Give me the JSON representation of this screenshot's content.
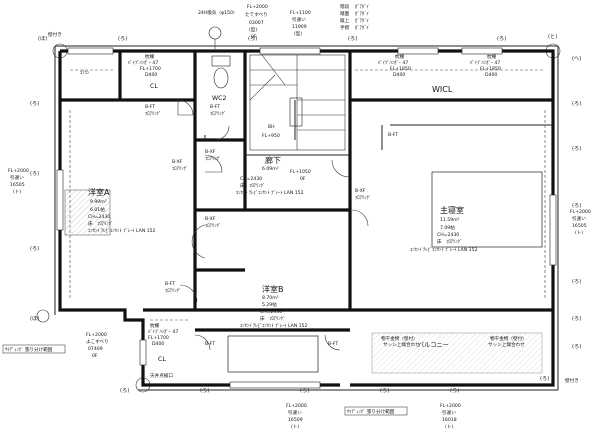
{
  "top": {
    "vent_label": "24H換気（φ150）",
    "vent_fl": "FL+2000",
    "vent_type": "たてすべり",
    "vent_code": "03007",
    "vent_note": "(型)",
    "vent_glass": "0F",
    "window_fl": "FL+1100",
    "window_type": "引違い",
    "window_code": "11909",
    "window_note": "(型)",
    "stair_box": [
      "階段",
      "踏面",
      "蹴上",
      "手摺"
    ],
    "stair_box_vals": [
      "ｶﾞｱﾀﾞｲ",
      "ｶﾞｱﾀﾞｲ",
      "ｶﾞｱﾀﾞｲ",
      "ｶﾞｱﾀﾞｲ"
    ]
  },
  "grid_marks": [
    "(ほ)",
    "(ろ)",
    "(ろ)",
    "(ろ)",
    "(ろ)",
    "(へ)",
    "(と)",
    "(ろ)",
    "(ろ)",
    "(ほ)",
    "(ろ)",
    "(ろ)",
    "(ろ)",
    "(ろ)",
    "(ろ)",
    "(ろ)",
    "(ろ)",
    "(ろ)",
    "(ろ)",
    "(ろ)",
    "(ろ)",
    "(ろ)",
    "(ろ)"
  ],
  "rooms": {
    "closet1": {
      "head": "枕棚",
      "pipe": "ﾊﾟｲﾌﾟﾊﾝｶﾞｰ 47",
      "fl": "FL+1700",
      "d": "D400",
      "name": "CL",
      "aircon": "ｴｱｺﾝ"
    },
    "wc2": {
      "name": "WC2"
    },
    "room_a": {
      "name": "洋室A",
      "area": "9.99m²",
      "tatami": "6.01帖",
      "ch": "CH=2430",
      "floor": "床　ﾌﾛｱﾘﾝｸﾞ",
      "outlet": "ｺﾝｾﾝﾄ ﾃﾚﾋﾞｺﾝｾﾝﾄ ﾌﾟﾚｰﾄ LAN 152",
      "bft": "B-FT",
      "bft_sub": "ﾌﾛｱﾘﾝｸﾞ"
    },
    "hall": {
      "name": "廊下",
      "area": "6.09m²",
      "ch": "CH=2430",
      "floor": "床　ﾌﾛｱﾘﾝｸﾞ",
      "outlet": "ｺﾝｾﾝﾄ ﾃﾚﾋﾞｺﾝｾﾝﾄ ﾌﾟﾚｰﾄ LAN 152",
      "fl": "FL+1050",
      "code": "0F"
    },
    "master": {
      "name": "主寝室",
      "area": "11.59m²",
      "tatami": "7.09帖",
      "ch": "CH=2430",
      "floor": "床　ﾌﾛｱﾘﾝｸﾞ",
      "outlet": "ｺﾝｾﾝﾄ ﾃﾚﾋﾞｺﾝｾﾝﾄ ﾌﾟﾚｰﾄ LAN 152"
    },
    "wicl": {
      "name": "WICL",
      "head1": "枕棚",
      "pipe1": "ﾊﾟｲﾌﾟﾊﾝｶﾞｰ 47",
      "fl1": "FL+1850",
      "d1": "D400",
      "head2": "枕棚",
      "pipe2": "ﾊﾟｲﾌﾟﾊﾝｶﾞｰ 47",
      "fl2": "FL+1850",
      "d2": "D400"
    },
    "room_b": {
      "name": "洋室B",
      "area": "8.70m²",
      "tatami": "5.29帖",
      "ch": "CH=2430",
      "floor": "床　ﾌﾛｱﾘﾝｸﾞ",
      "outlet": "ｺﾝｾﾝﾄ ﾃﾚﾋﾞｺﾝｾﾝﾄ ﾌﾟﾚｰﾄ LAN 152"
    },
    "closet2": {
      "head": "枕棚",
      "pipe": "ﾊﾟｲﾌﾟﾊﾝｶﾞｰ 47",
      "fl": "FL+1700",
      "d": "D400",
      "name": "CL",
      "hatch": "天井点検口"
    },
    "balcony": {
      "name": "バルコニー",
      "note1": "物干金物（壁付）",
      "note2": "サッシ上端合わせ",
      "note3": "物干金物（壁付）",
      "note4": "サッシ上端合わせ"
    }
  },
  "door_labels": [
    "B-FT",
    "B-XF",
    "B-XF",
    "B-XF",
    "B-FT",
    "B-FT",
    "B-XF",
    "B-FT",
    "B-FT"
  ],
  "door_subs": [
    "ﾌﾛｱﾘﾝｸﾞ",
    "ﾌﾛｱﾘﾝｸﾞ",
    "ﾌﾛｱﾘﾝｸﾞ",
    "ﾌﾛｱﾘﾝｸﾞ",
    "ﾌﾛｱﾘﾝｸﾞ",
    "ﾌﾛｱﾘﾝｸﾞ"
  ],
  "left_window": {
    "fl": "FL+2000",
    "type": "引違い",
    "code": "16505",
    "note": "(ト)"
  },
  "right_window": {
    "fl": "FL+2000",
    "type": "引違い",
    "code": "16505",
    "note": "(ト)"
  },
  "lower_left_window": {
    "fl": "FL+2000",
    "type": "よこすべり",
    "code": "07409",
    "note": "0F"
  },
  "lower_mid_window": {
    "fl": "FL+2000",
    "type": "引違い",
    "code": "16509",
    "note": "(ト)"
  },
  "bottom_window": {
    "fl": "FL+2000",
    "type": "引違い",
    "code": "16018",
    "note": "(ト)"
  },
  "siding_label": "ｻｲﾃﾞｨﾝｸﾞ 張り分け範囲",
  "siding_label2": "ｻｲﾃﾞｨﾝｸﾞ 張り分け範囲",
  "wall_attach": "壁付き",
  "wall_attach2": "壁付き",
  "stair_bh": "BH",
  "stair_fl": "FL+950"
}
